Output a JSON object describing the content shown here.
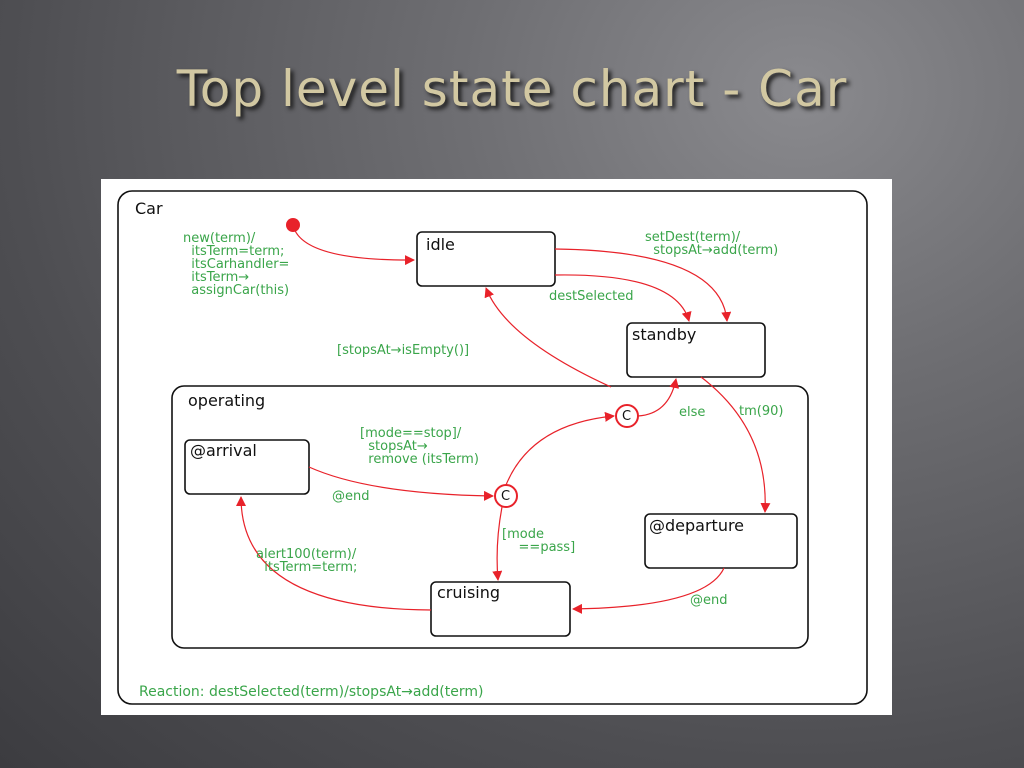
{
  "slide": {
    "title": "Top level state chart - Car"
  },
  "diagram": {
    "container": "Car",
    "sub_container": "operating",
    "states": {
      "idle": "idle",
      "standby": "standby",
      "arrival": "@arrival",
      "departure": "@departure",
      "cruising": "cruising"
    },
    "connector_symbol": "C",
    "labels": {
      "initial": "new(term)/\n  itsTerm=term;\n  itsCarhandler=\n  itsTerm→\n  assignCar(this)",
      "set_dest": "setDest(term)/\n  stopsAt→add(term)",
      "dest_selected": "destSelected",
      "stops_empty": "[stopsAt→isEmpty()]",
      "else": "else",
      "tm": "tm(90)",
      "mode_stop": "[mode==stop]/\n  stopsAt→\n  remove (itsTerm)",
      "arrival_end": "@end",
      "mode_pass": "[mode\n    ==pass]",
      "alert": "alert100(term)/\n  itsTerm=term;",
      "departure_end": "@end",
      "reaction": "Reaction: destSelected(term)/stopsAt→add(term)"
    },
    "colors": {
      "transition": "#e8222a",
      "label": "#3aa54a",
      "state_border": "#111111"
    }
  }
}
